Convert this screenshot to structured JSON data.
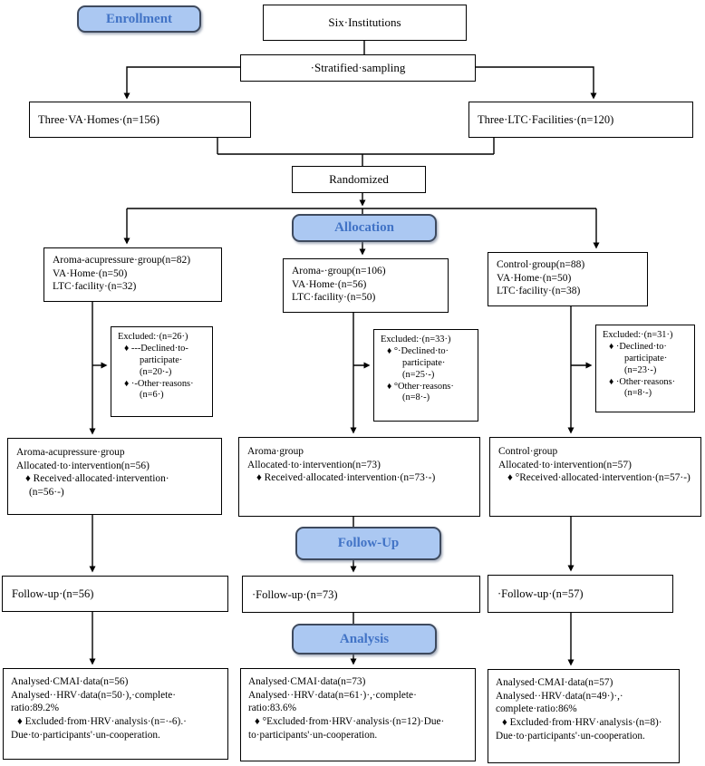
{
  "stages": {
    "enrollment": "Enrollment",
    "allocation": "Allocation",
    "follow_up": "Follow-Up",
    "analysis": "Analysis"
  },
  "colors": {
    "stage_fill": "#abc8f2",
    "stage_border": "#3e4a5e",
    "stage_text": "#4173c6",
    "box_border": "#000000",
    "connector": "#000000",
    "background": "#ffffff"
  },
  "top": {
    "six_institutions": "Six·Institutions",
    "stratified_sampling": "·Stratified·sampling",
    "va_homes": "Three·VA·Homes·(n=156)",
    "ltc_facilities": "Three·LTC·Facilities·(n=120)",
    "randomized": "Randomized"
  },
  "groups": {
    "aroma_acupressure": {
      "lines": [
        "Aroma-acupressure·group(n=82)",
        "VA·Home·(n=50)",
        "LTC·facility·(n=32)"
      ]
    },
    "aroma": {
      "lines": [
        "Aroma-·group(n=106)",
        "VA·Home·(n=56)",
        "LTC·facility·(n=50)"
      ]
    },
    "control": {
      "lines": [
        "Control·group(n=88)",
        "VA·Home·(n=50)",
        "LTC·facility·(n=38)"
      ]
    }
  },
  "excluded": {
    "left": {
      "lines": [
        "Excluded:·(n=26·)",
        "♦ ---Declined·to-",
        "participate·",
        "(n=20·-)",
        "♦ ·-Other·reasons·",
        "(n=6·)"
      ]
    },
    "middle": {
      "lines": [
        "Excluded:·(n=33·)",
        "♦ °·Declined·to·",
        "participate·",
        "(n=25·-)",
        "♦ °Other·reasons·",
        "(n=8·-)"
      ]
    },
    "right": {
      "lines": [
        "Excluded:·(n=31·)",
        "♦ ·Declined·to·",
        "participate·",
        "(n=23·-)",
        "♦ ·Other·reasons·",
        "(n=8·-)"
      ]
    }
  },
  "intervention": {
    "left": {
      "lines": [
        "Aroma-acupressure·group",
        "Allocated·to·intervention(n=56)",
        "♦ Received·allocated·intervention·",
        "(n=56·-)"
      ]
    },
    "middle": {
      "lines": [
        "Aroma·group",
        "Allocated·to·intervention(n=73)",
        "♦ Received·allocated·intervention·(n=73·-)"
      ]
    },
    "right": {
      "lines": [
        "Control·group",
        "Allocated·to·intervention(n=57)",
        "♦ °Received·allocated·intervention·(n=57·-)"
      ]
    }
  },
  "follow_up": {
    "left": "Follow-up·(n=56)",
    "middle": "·Follow-up·(n=73)",
    "right": "·Follow-up·(n=57)"
  },
  "analysis": {
    "left": {
      "lines": [
        "Analysed·CMAI·data(n=56)",
        "Analysed··HRV·data(n=50·),·complete·",
        "ratio:89.2%",
        "♦ Excluded·from·HRV·analysis·(n=·-6).·",
        "Due·to·participants'·un-cooperation."
      ]
    },
    "middle": {
      "lines": [
        "Analysed·CMAI·data(n=73)",
        "Analysed··HRV·data(n=61·)·,·complete·",
        "ratio:83.6%",
        "♦ °Excluded·from·HRV·analysis·(n=12)·Due·",
        "to·participants'·un-cooperation."
      ]
    },
    "right": {
      "lines": [
        "Analysed·CMAI·data(n=57)",
        "Analysed··HRV·data(n=49·)·,·",
        "complete·ratio:86%",
        "♦ Excluded·from·HRV·analysis·(n=8)·",
        "Due·to·participants'·un-cooperation."
      ]
    }
  }
}
